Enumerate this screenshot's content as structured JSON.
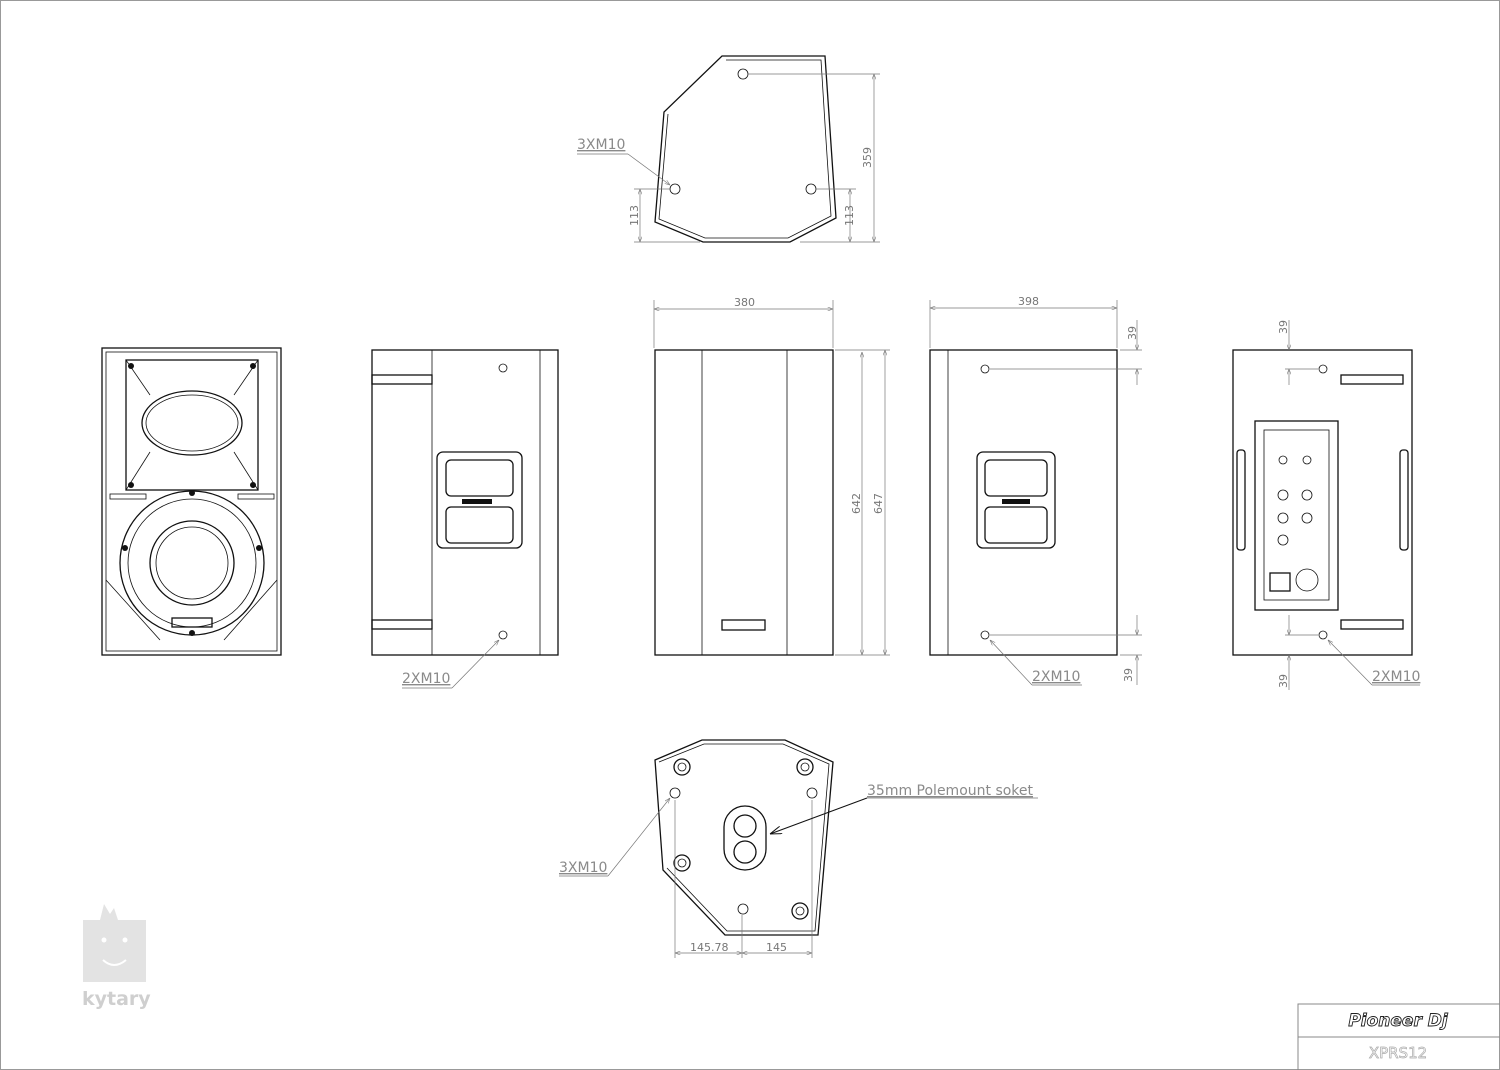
{
  "labels": {
    "top_holes": "3XM10",
    "side_left_holes": "2XM10",
    "side_right_holes": "2XM10",
    "rear_holes": "2XM10",
    "bottom_holes": "3XM10",
    "polemount": "35mm Polemount soket"
  },
  "dimensions": {
    "top_depth": "359",
    "top_left_113": "113",
    "top_right_113": "113",
    "width": "380",
    "depth": "398",
    "height_642": "642",
    "height_647": "647",
    "side_top_39": "39",
    "side_bottom_39": "39",
    "rear_top_39": "39",
    "rear_bottom_39": "39",
    "bottom_left": "145.78",
    "bottom_right": "145"
  },
  "watermark": {
    "text": "kytary"
  },
  "title_block": {
    "brand": "Pioneer Dj",
    "model": "XPRS12"
  }
}
